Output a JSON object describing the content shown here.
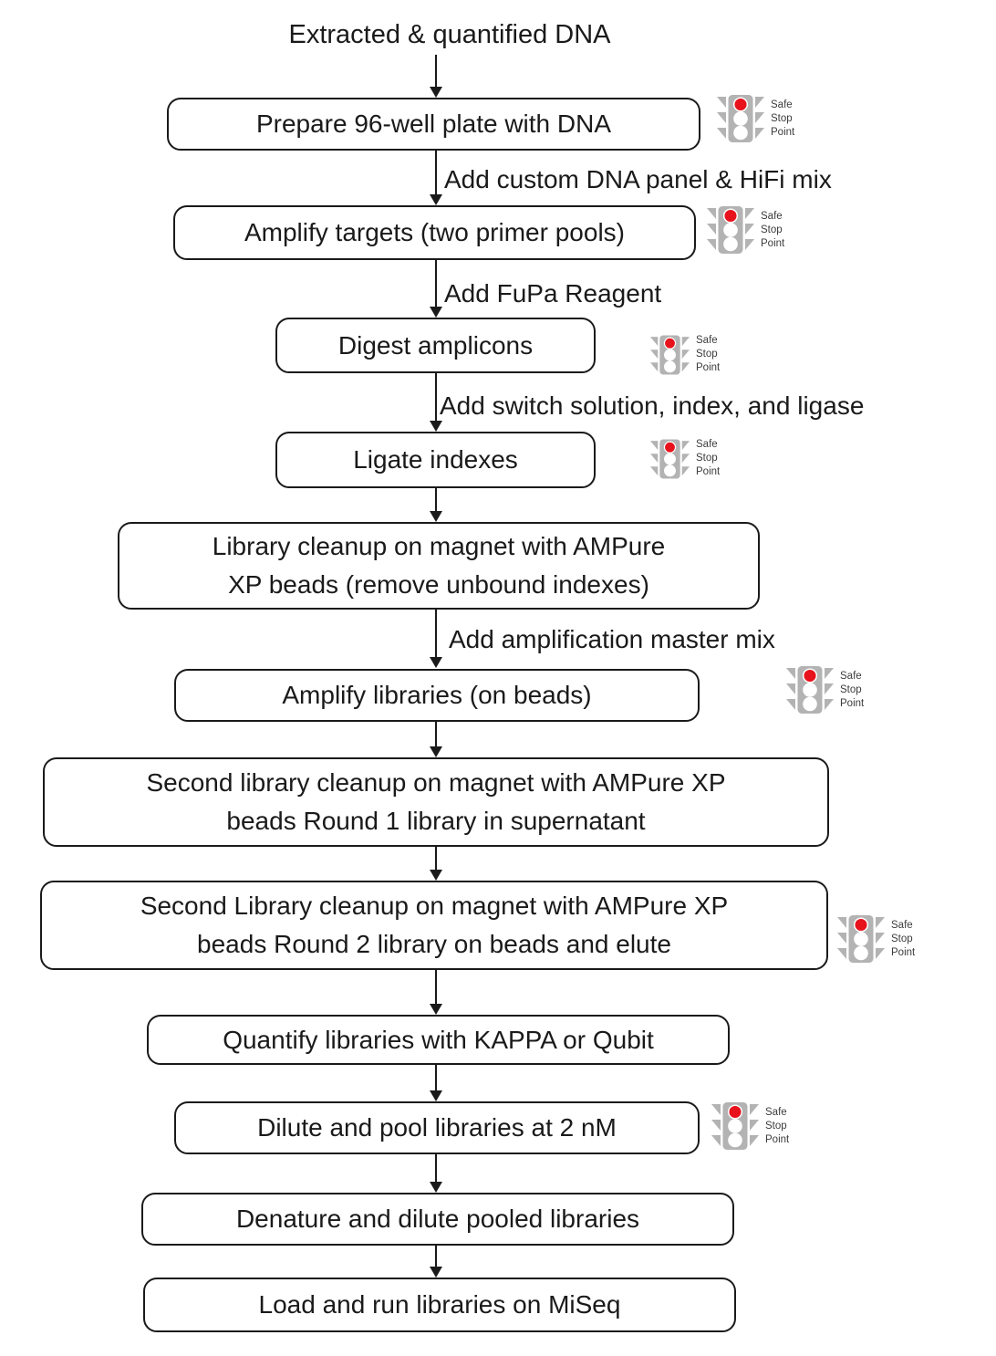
{
  "title": "Extracted & quantified DNA",
  "colors": {
    "ink": "#1a1a1a",
    "signal_red": "#e8121c",
    "signal_gray": "#b3b3b3"
  },
  "icons": {
    "safe_stop": "traffic-light-icon",
    "connector": "arrow-down-icon"
  },
  "safe_stop_point": {
    "line1": "Safe",
    "line2": "Stop",
    "line3": "Point"
  },
  "nodes": [
    {
      "id": "prepare-plate",
      "label": "Prepare 96-well plate with DNA",
      "safe_stop": true
    },
    {
      "id": "amplify-targets",
      "label": "Amplify targets (two primer pools)",
      "safe_stop": true
    },
    {
      "id": "digest-amplicons",
      "label": "Digest amplicons",
      "safe_stop": true
    },
    {
      "id": "ligate-indexes",
      "label": "Ligate indexes",
      "safe_stop": true
    },
    {
      "id": "library-cleanup",
      "lines": [
        "Library cleanup on magnet with AMPure",
        "XP beads (remove unbound indexes)"
      ],
      "safe_stop": false
    },
    {
      "id": "amplify-libraries",
      "label": "Amplify libraries (on beads)",
      "safe_stop": true
    },
    {
      "id": "second-cleanup-round1",
      "lines": [
        "Second library cleanup on magnet with AMPure XP",
        "beads Round 1 library in supernatant"
      ],
      "safe_stop": false
    },
    {
      "id": "second-cleanup-round2",
      "lines": [
        "Second Library cleanup on magnet with AMPure XP",
        "beads Round 2 library on beads and elute"
      ],
      "safe_stop": true
    },
    {
      "id": "quantify-libraries",
      "label": "Quantify libraries with KAPPA or Qubit",
      "safe_stop": false
    },
    {
      "id": "dilute-pool",
      "label": "Dilute and pool libraries at 2 nM",
      "safe_stop": true
    },
    {
      "id": "denature-dilute",
      "label": "Denature and dilute pooled libraries",
      "safe_stop": false
    },
    {
      "id": "load-run",
      "label": "Load and run libraries on MiSeq",
      "safe_stop": false
    }
  ],
  "edge_labels": [
    "Add custom DNA panel & HiFi mix",
    "Add FuPa Reagent",
    "Add switch solution, index, and ligase",
    "Add amplification master mix"
  ]
}
